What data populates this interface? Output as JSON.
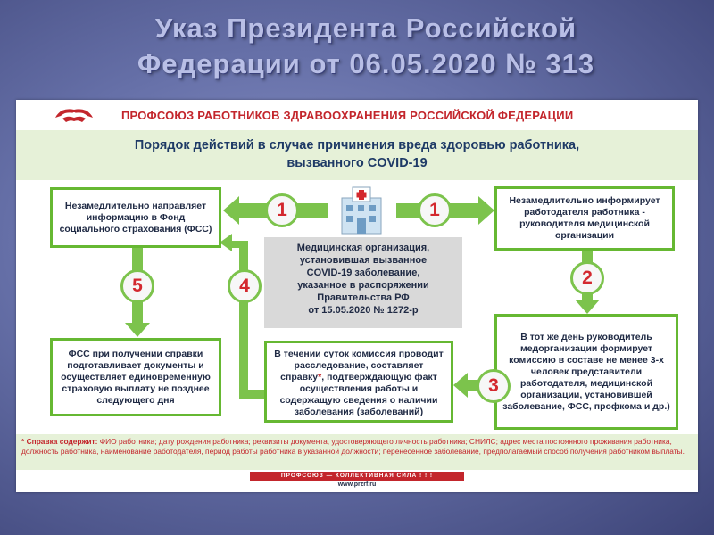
{
  "slide": {
    "title_line1": "Указ Президента Российской",
    "title_line2": "Федерации от 06.05.2020  №  313"
  },
  "infographic": {
    "org_name": "ПРОФСОЮЗ РАБОТНИКОВ ЗДРАВООХРАНЕНИЯ РОССИЙСКОЙ ФЕДЕРАЦИИ",
    "subtitle_line1": "Порядок действий в случае причинения вреда здоровью работника,",
    "subtitle_line2": "вызванного COVID-19",
    "center": {
      "line1": "Медицинская организация,",
      "line2": "установившая вызванное",
      "line3": "COVID-19 заболевание,",
      "line4": "указанное в распоряжении",
      "line5": "Правительства РФ",
      "line6": "от 15.05.2020  № 1272-р"
    },
    "boxes": {
      "top_left": "Незамедлительно направляет информацию в Фонд социального страхования (ФСС)",
      "top_right": "Незамедлительно информирует работодателя работника - руководителя медицинской организации",
      "bottom_left": "ФСС при получении справки подготавливает документы и осуществляет единовременную страховую выплату не позднее следующего дня",
      "bottom_mid": "В течении суток комиссия проводит расследование, составляет справку",
      "bottom_mid_star": "*",
      "bottom_mid_rest": ", подтверждающую факт осуществления работы и содержащую сведения о наличии заболевания (заболеваний)",
      "right_mid": "В тот же день руководитель медорганизации формирует комиссию в составе не менее  3-х человек представители работодателя, медицинской организации, установившей заболевание, ФСС, профкома и др.)"
    },
    "steps": {
      "left_1": "1",
      "right_1": "1",
      "step_2": "2",
      "step_3": "3",
      "step_4": "4",
      "step_5": "5"
    },
    "note_label": "* Справка содержит:",
    "note_text": " ФИО работника; дату рождения работника; реквизиты документа, удостоверяющего личность работника; СНИЛС; адрес места постоянного проживания работника, должность работника, наименование работодателя, период работы работника в указанной должности; перенесенное заболевание, предполагаемый способ получения работником выплаты.",
    "footer_slogan": "ПРОФСОЮЗ — КОЛЛЕКТИВНАЯ СИЛА ! ! !",
    "footer_url": "www.przrf.ru",
    "colors": {
      "green": "#66b832",
      "red": "#c3262c",
      "navy": "#1e3a66",
      "band": "#e6f1d8"
    }
  }
}
